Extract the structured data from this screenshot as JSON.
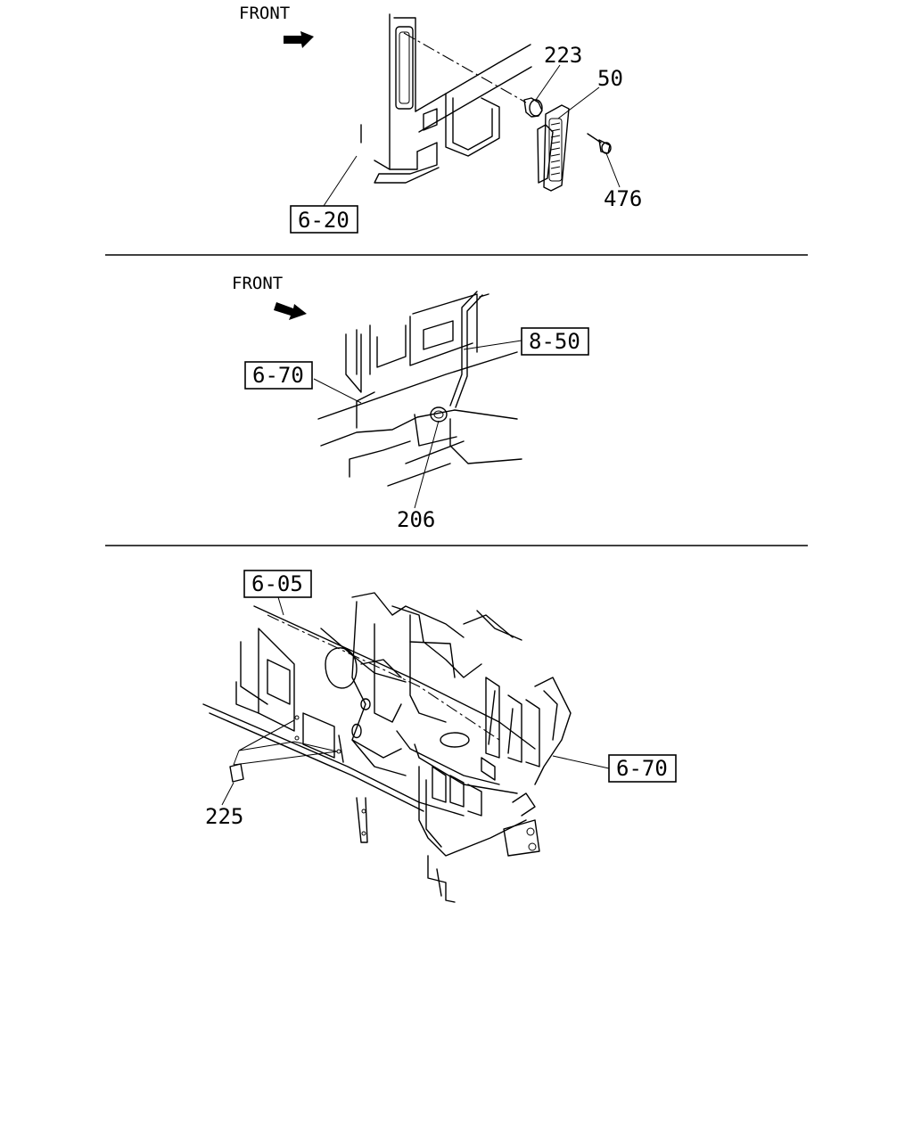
{
  "panels": [
    {
      "front_label": "FRONT",
      "refs": [
        "6-20"
      ],
      "parts": [
        "223",
        "50",
        "476"
      ]
    },
    {
      "front_label": "FRONT",
      "refs": [
        "8-50",
        "6-70"
      ],
      "parts": [
        "206"
      ]
    },
    {
      "refs": [
        "6-05",
        "6-70"
      ],
      "parts": [
        "225"
      ]
    }
  ]
}
